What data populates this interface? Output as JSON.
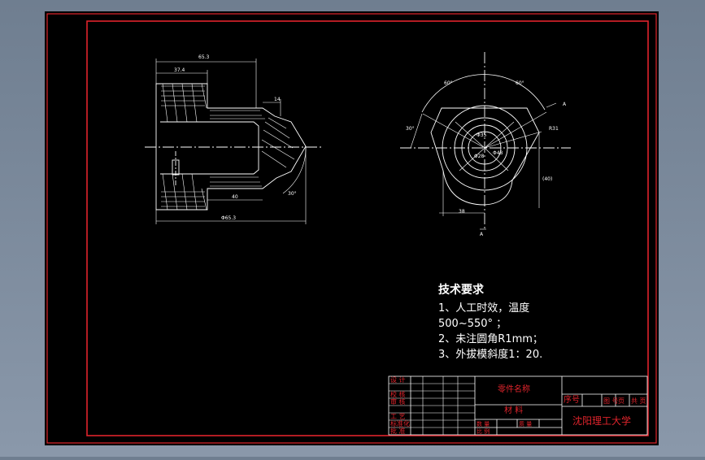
{
  "drawing": {
    "colors": {
      "background": "#000000",
      "frame": "#e0242c",
      "line": "#ffffff",
      "dimension": "#ffffff",
      "title_text": "#e0242c"
    },
    "left_view": {
      "dims": {
        "top_overall": "65.3",
        "top_inner": "37.4",
        "step": "14",
        "bottom_inner": "40",
        "bottom_overall": "Φ65.3",
        "angle": "30°"
      }
    },
    "right_view": {
      "dims": {
        "angle_left": "60°",
        "angle_right": "60°",
        "side_left": "30°",
        "radius": "R31",
        "bottom_width": "38",
        "side_height": "(40)",
        "d1": "Φ35",
        "d2": "Φ48",
        "d3": "Φ28"
      },
      "section_mark_top": "A",
      "section_mark_bottom": "A"
    },
    "tech_requirements": {
      "title": "技术要求",
      "lines": [
        "1、人工时效，温度",
        "500~550° ；",
        "2、未注圆角R1mm；",
        "3、外拔模斜度1：20."
      ]
    },
    "title_block": {
      "part_name": "零件名称",
      "material": "材  料",
      "sequence": "序号",
      "school": "沈阳理工大学",
      "left_column": [
        "设 计",
        "校 核",
        "审 核",
        "工 艺",
        "标准化",
        "批 准"
      ],
      "right_cells": [
        "图 号",
        "页",
        "共 页"
      ],
      "bottom_cells": [
        "数 量",
        "比 例",
        "质 量"
      ]
    }
  }
}
